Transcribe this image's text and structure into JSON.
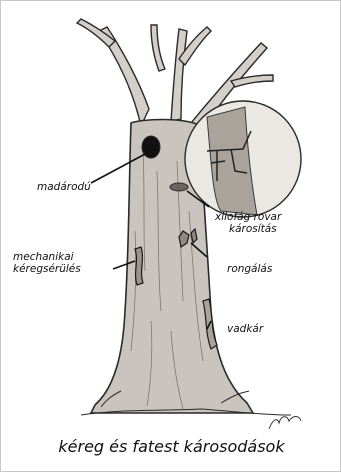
{
  "caption": "kéreg és fatest károsodások",
  "labels": {
    "madarodu": "madárodú",
    "xilofag_line1": "xilofág rovar",
    "xilofag_line2": "károsítás",
    "mechanikai_line1": "mechanikai",
    "mechanikai_line2": "kéregsérülés",
    "rongalas": "rongálás",
    "vadkar": "vadkár"
  },
  "colors": {
    "ink": "#1a1a1a",
    "bark": "#c9c4bd",
    "bark_shadow": "#8f8982"
  }
}
